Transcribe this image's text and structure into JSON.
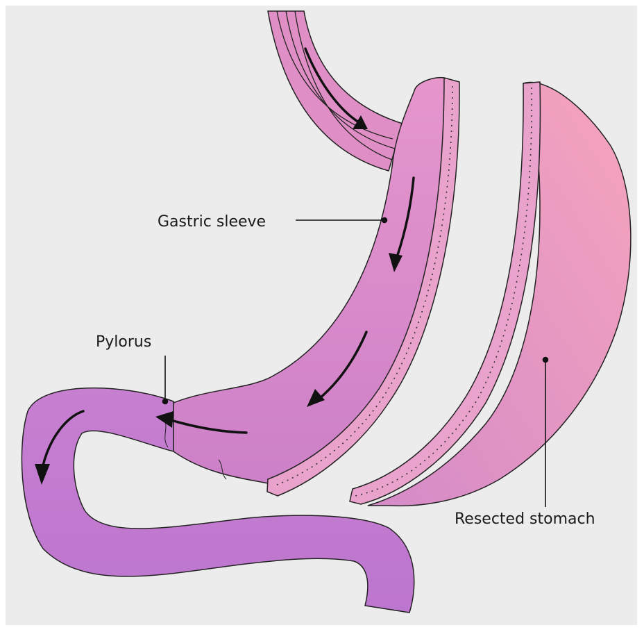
{
  "labels": {
    "gastric_sleeve": "Gastric sleeve",
    "pylorus": "Pylorus",
    "resected_stomach": "Resected stomach"
  },
  "colors": {
    "background": "#ececec",
    "sleeve_fill": "#d88bc6",
    "sleeve_fill_dark": "#c97ac4",
    "intestine_fill": "#c27ad0",
    "resected_fill_light": "#f3a1bd",
    "resected_fill_dark": "#d58ac8",
    "staple_band": "#e8a2cc",
    "outline": "#222222"
  }
}
